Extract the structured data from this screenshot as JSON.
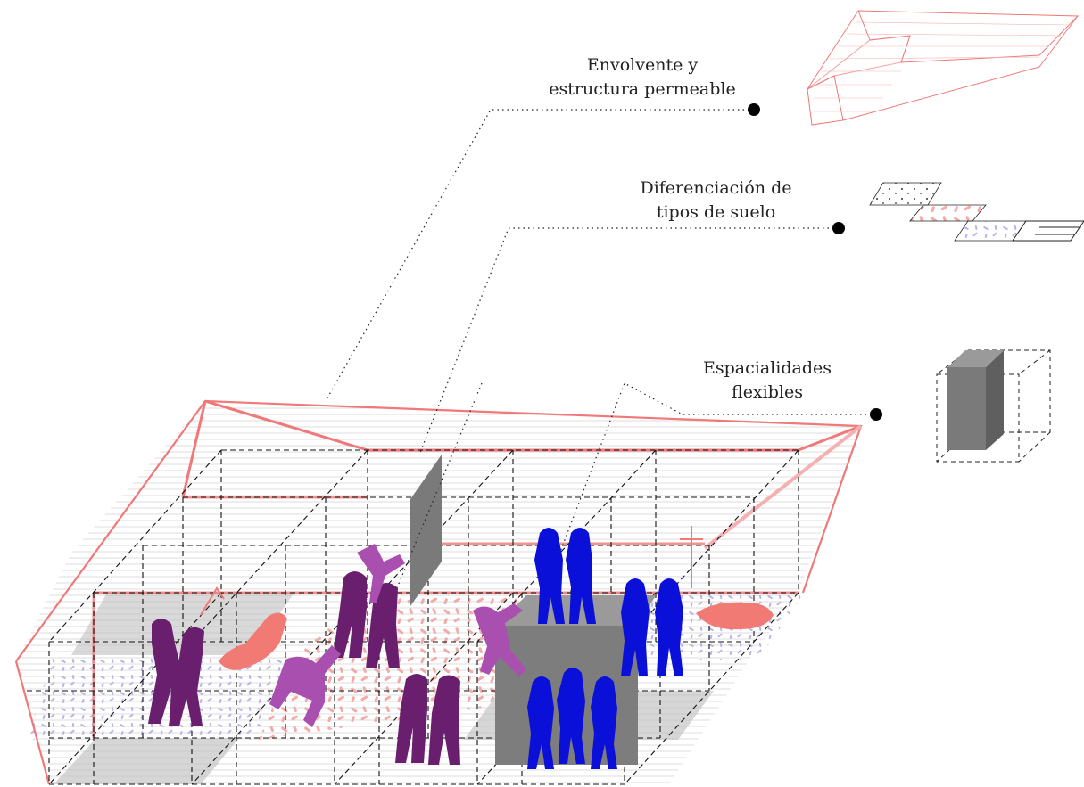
{
  "labels": [
    {
      "id": "envolvente",
      "line1": "Envolvente y",
      "line2": "estructura permeable"
    },
    {
      "id": "suelo",
      "line1": "Diferenciación de",
      "line2": "tipos de suelo"
    },
    {
      "id": "espacialidades",
      "line1": "Espacialidades",
      "line2": "flexibles"
    }
  ],
  "colors": {
    "envelope": "#f07878",
    "floor_pink": "#f4a0a0",
    "floor_lavender": "#b8b2e6",
    "grey_panel": "#7a7a7a",
    "grey_floor": "#d6d6d6",
    "figure_purple": "#6a1f6e",
    "figure_magenta": "#a84fb0",
    "figure_blue": "#0a10d8",
    "figure_salmon": "#f27a74",
    "grid_line": "#111111"
  },
  "icons": [
    "envelope-icon",
    "floor-types-icon",
    "flexible-space-icon"
  ]
}
